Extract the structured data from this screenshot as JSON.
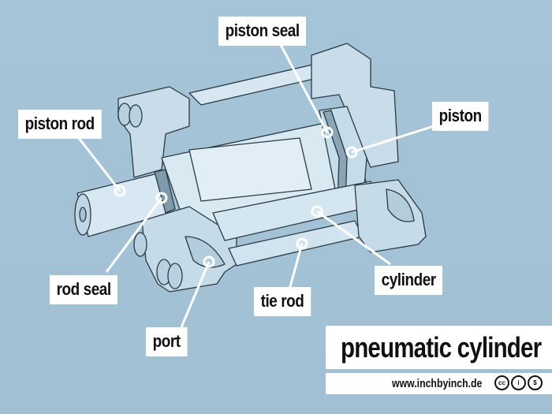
{
  "title": "pneumatic cylinder",
  "source_url": "www.inchbyinch.de",
  "license_icons": [
    "cc-icon",
    "by-attribution-icon",
    "nc-noncommercial-icon"
  ],
  "license_glyphs": [
    "cc",
    "i",
    "$"
  ],
  "colors": {
    "background": "#a3c2d6",
    "label_bg": "#ffffff",
    "label_text": "#111111",
    "leader_line": "#ffffff"
  },
  "labels": [
    {
      "id": "piston-seal",
      "text": "piston seal"
    },
    {
      "id": "piston",
      "text": "piston"
    },
    {
      "id": "piston-rod",
      "text": "piston rod"
    },
    {
      "id": "rod-seal",
      "text": "rod seal"
    },
    {
      "id": "port",
      "text": "port"
    },
    {
      "id": "tie-rod",
      "text": "tie rod"
    },
    {
      "id": "cylinder",
      "text": "cylinder"
    }
  ]
}
